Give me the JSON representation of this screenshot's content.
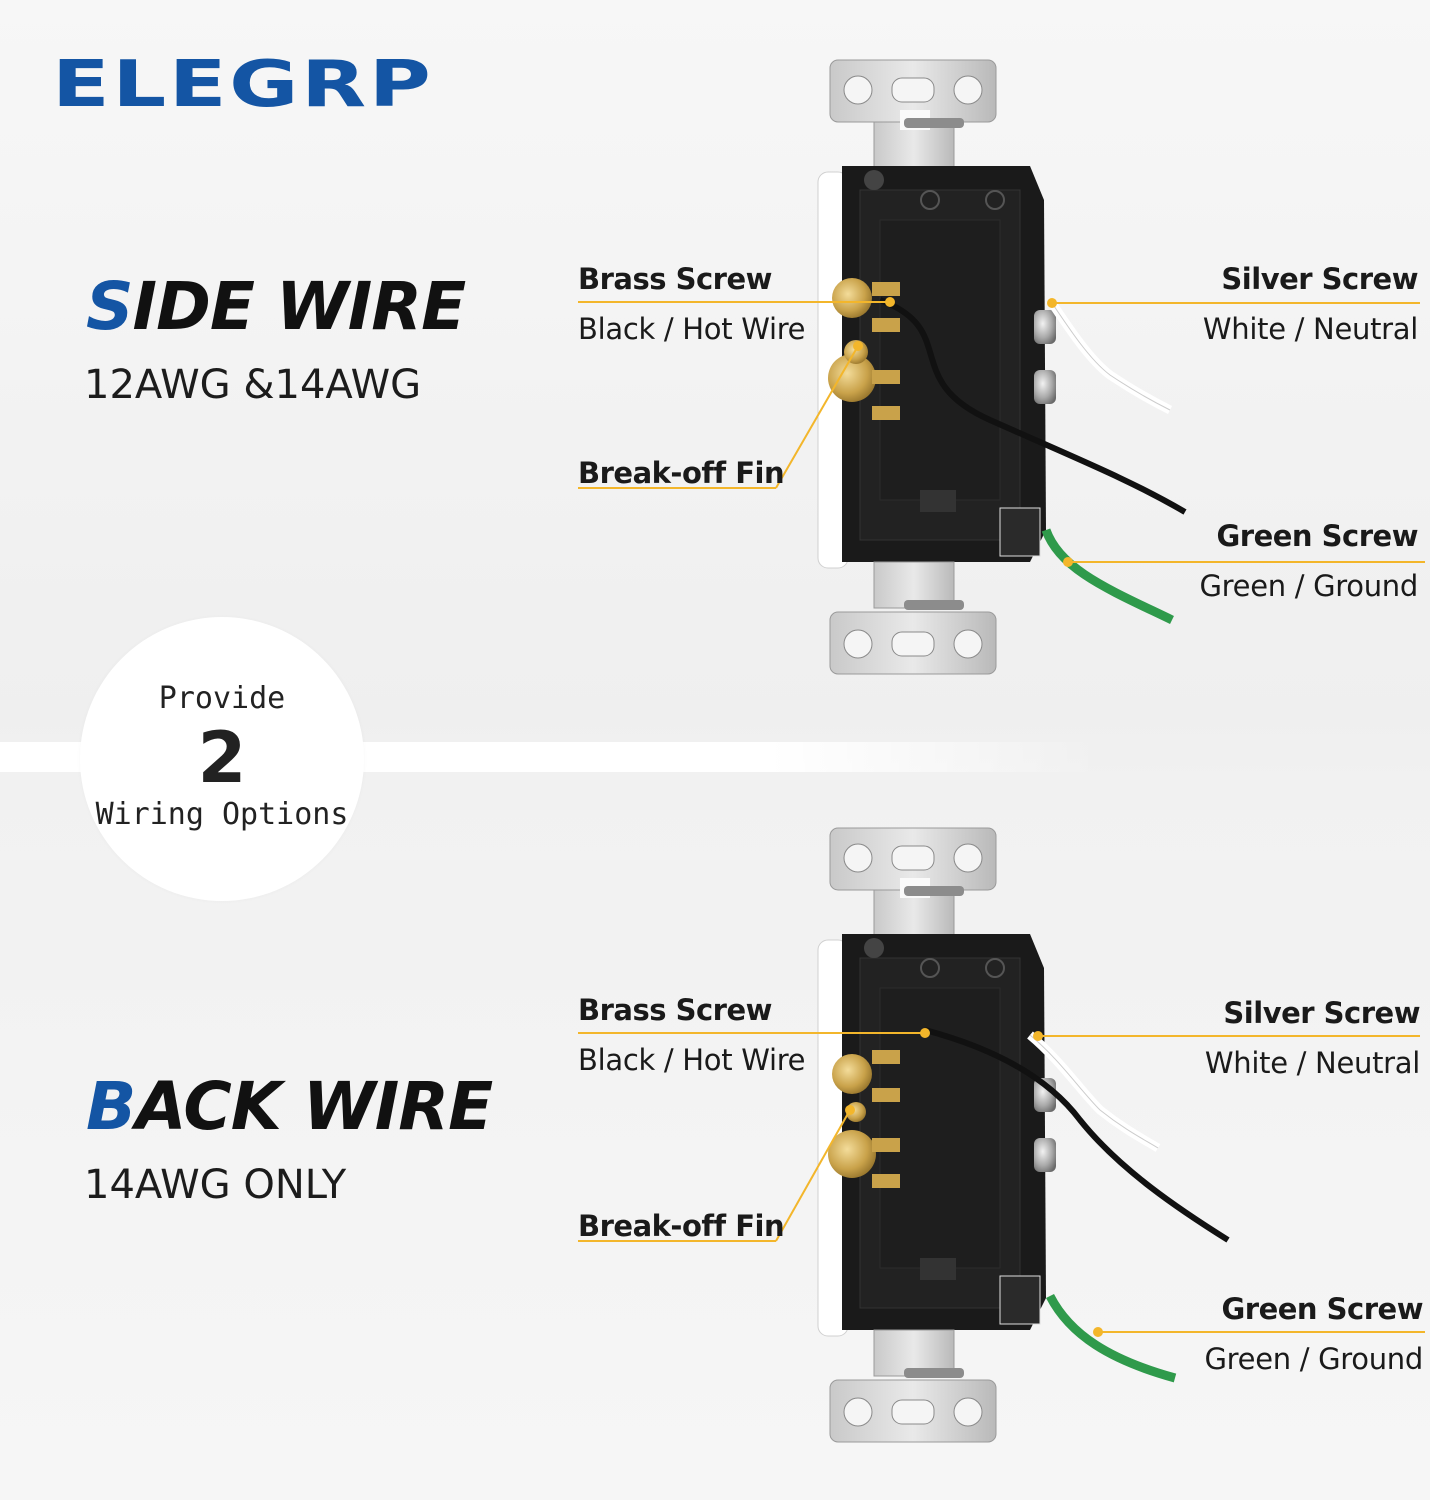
{
  "brand": {
    "logo_text": "ELEGRP",
    "color": "#1455a4"
  },
  "accent_line_color": "#f3b62b",
  "side_wire": {
    "title_first_letter": "S",
    "title_rest": "IDE WIRE",
    "subtitle": "12AWG &14AWG",
    "labels": {
      "brass_screw": "Brass Screw",
      "black_hot": "Black / Hot Wire",
      "break_off_fin": "Break-off Fin",
      "silver_screw": "Silver Screw",
      "white_neutral": "White / Neutral",
      "green_screw": "Green Screw",
      "green_ground": "Green / Ground"
    }
  },
  "options_badge": {
    "top": "Provide",
    "number": "2",
    "bottom": "Wiring Options"
  },
  "back_wire": {
    "title_first_letter": "B",
    "title_rest": "ACK WIRE",
    "subtitle": "14AWG ONLY",
    "labels": {
      "brass_screw": "Brass Screw",
      "black_hot": "Black / Hot Wire",
      "break_off_fin": "Break-off Fin",
      "silver_screw": "Silver Screw",
      "white_neutral": "White / Neutral",
      "green_screw": "Green Screw",
      "green_ground": "Green / Ground"
    }
  }
}
